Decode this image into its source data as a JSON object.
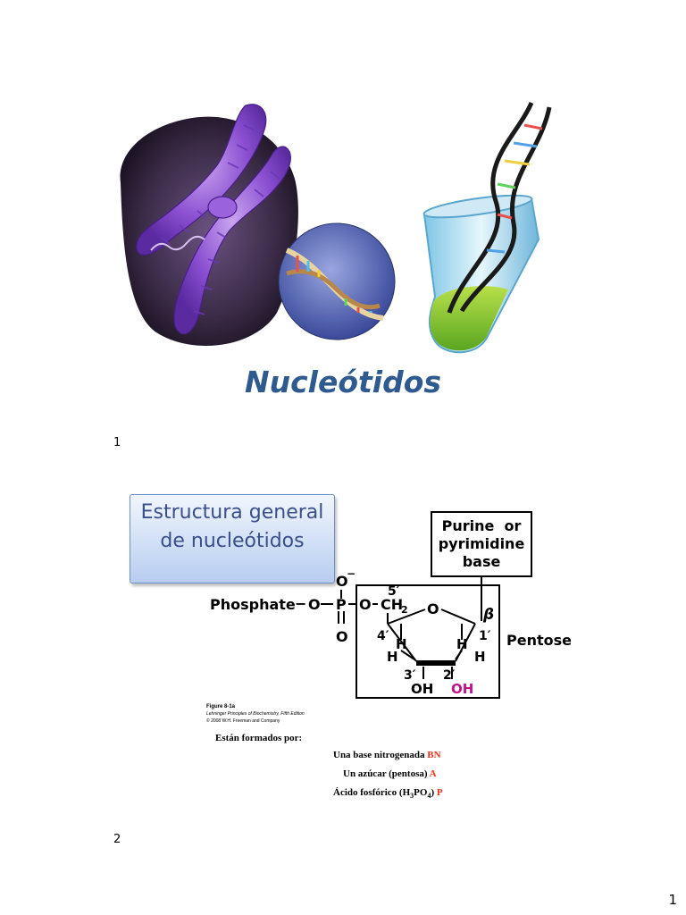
{
  "slide1": {
    "title": "Nucleótidos",
    "number": "1"
  },
  "slide2": {
    "callout": {
      "line1": "Estructura general",
      "line2": "de nucleótidos"
    },
    "diagram": {
      "base_box": [
        "Purine  or",
        "pyrimidine",
        "base"
      ],
      "phosphate_label": "Phosphate",
      "pentose_label": "Pentose",
      "o_minus": "O",
      "minus": "−",
      "o_left": "O",
      "p": "P",
      "o_bottom": "O",
      "o_ring": "O",
      "ch2": "CH",
      "ch2_sub": "2",
      "c5": "5′",
      "c4": "4′",
      "c3": "3′",
      "c2": "2′",
      "c1": "1′",
      "beta": "β",
      "h": "H",
      "oh3": "OH",
      "oh2": "OH"
    },
    "credit": {
      "figure": "Figure 8-1a",
      "book": "Lehninger Principles of Biochemistry, Fifth Edition",
      "copyright": "© 2008 W.H. Freeman and Company"
    },
    "composition": {
      "heading": "Están formados por:",
      "items": [
        {
          "text": "Una base nitrogenada ",
          "abbr": "BN"
        },
        {
          "text": "Un azúcar (pentosa) ",
          "abbr": "A"
        },
        {
          "text_pre": "Ácido fosfórico (H",
          "sub1": "3",
          "text_mid": "PO",
          "sub2": "4",
          "text_post": ") ",
          "abbr": "P"
        }
      ]
    },
    "number": "2"
  },
  "page_number": "1",
  "colors": {
    "title": "#2f5a8f",
    "callout_text": "#3a4f8a",
    "oh_highlight": "#c0138a",
    "abbr": "#e8321e"
  }
}
